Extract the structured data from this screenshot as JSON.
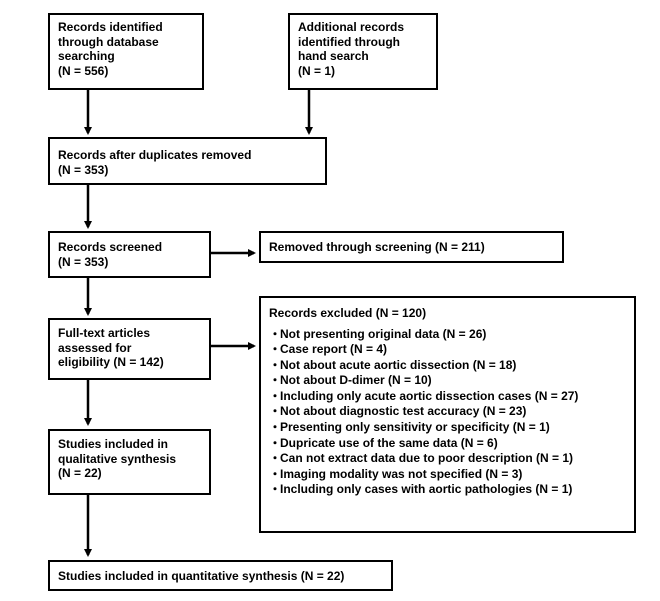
{
  "records_identified": {
    "lines": [
      "Records identified",
      "through database",
      "searching",
      "(N = 556)"
    ]
  },
  "additional_records": {
    "lines": [
      "Additional records",
      "identified through",
      "hand search",
      "(N = 1)"
    ]
  },
  "after_duplicates": {
    "lines": [
      "Records after duplicates removed",
      "(N = 353)"
    ]
  },
  "screened": {
    "lines": [
      "Records screened",
      "(N = 353)"
    ]
  },
  "removed_screening": {
    "text": "Removed through screening (N = 211)"
  },
  "fulltext": {
    "lines": [
      "Full-text articles",
      "assessed for",
      "eligibility (N = 142)"
    ]
  },
  "excluded": {
    "title": "Records excluded (N = 120)",
    "bullet": "・",
    "items": [
      "Not presenting original data (N = 26)",
      "Case report (N = 4)",
      "Not about acute aortic dissection (N = 18)",
      "Not about D-dimer (N = 10)",
      "Including only acute aortic dissection cases (N = 27)",
      "Not about diagnostic test accuracy (N = 23)",
      "Presenting only sensitivity or specificity (N = 1)",
      "Dupricate use of the same data (N = 6)",
      "Can not extract data due to poor description (N = 1)",
      "Imaging modality was not specified (N = 3)",
      "Including only cases with aortic pathologies (N = 1)"
    ]
  },
  "qualitative": {
    "lines": [
      "Studies included in",
      "qualitative synthesis",
      "(N = 22)"
    ]
  },
  "quantitative": {
    "text": "Studies included in quantitative synthesis (N = 22)"
  }
}
